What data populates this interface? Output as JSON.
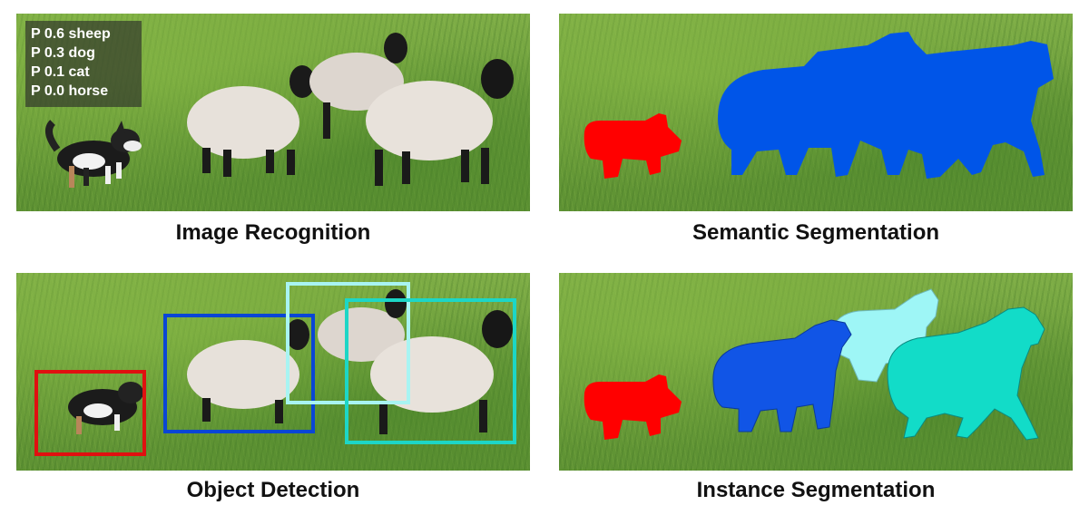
{
  "panels": [
    {
      "caption": "Image Recognition",
      "probabilities": [
        "P 0.6 sheep",
        "P 0.3 dog",
        "P 0.1 cat",
        "P 0.0 horse"
      ]
    },
    {
      "caption": "Semantic Segmentation",
      "mask_colors": {
        "dog": "#ff0000",
        "sheep": "#0055e8"
      }
    },
    {
      "caption": "Object Detection",
      "box_colors": [
        "#e01010",
        "#0a46d6",
        "#a8f4f2",
        "#1dd6c6"
      ]
    },
    {
      "caption": "Instance Segmentation",
      "mask_colors": [
        "#ff0000",
        "#1155e6",
        "#9ef6f6",
        "#12dcc8"
      ]
    }
  ]
}
